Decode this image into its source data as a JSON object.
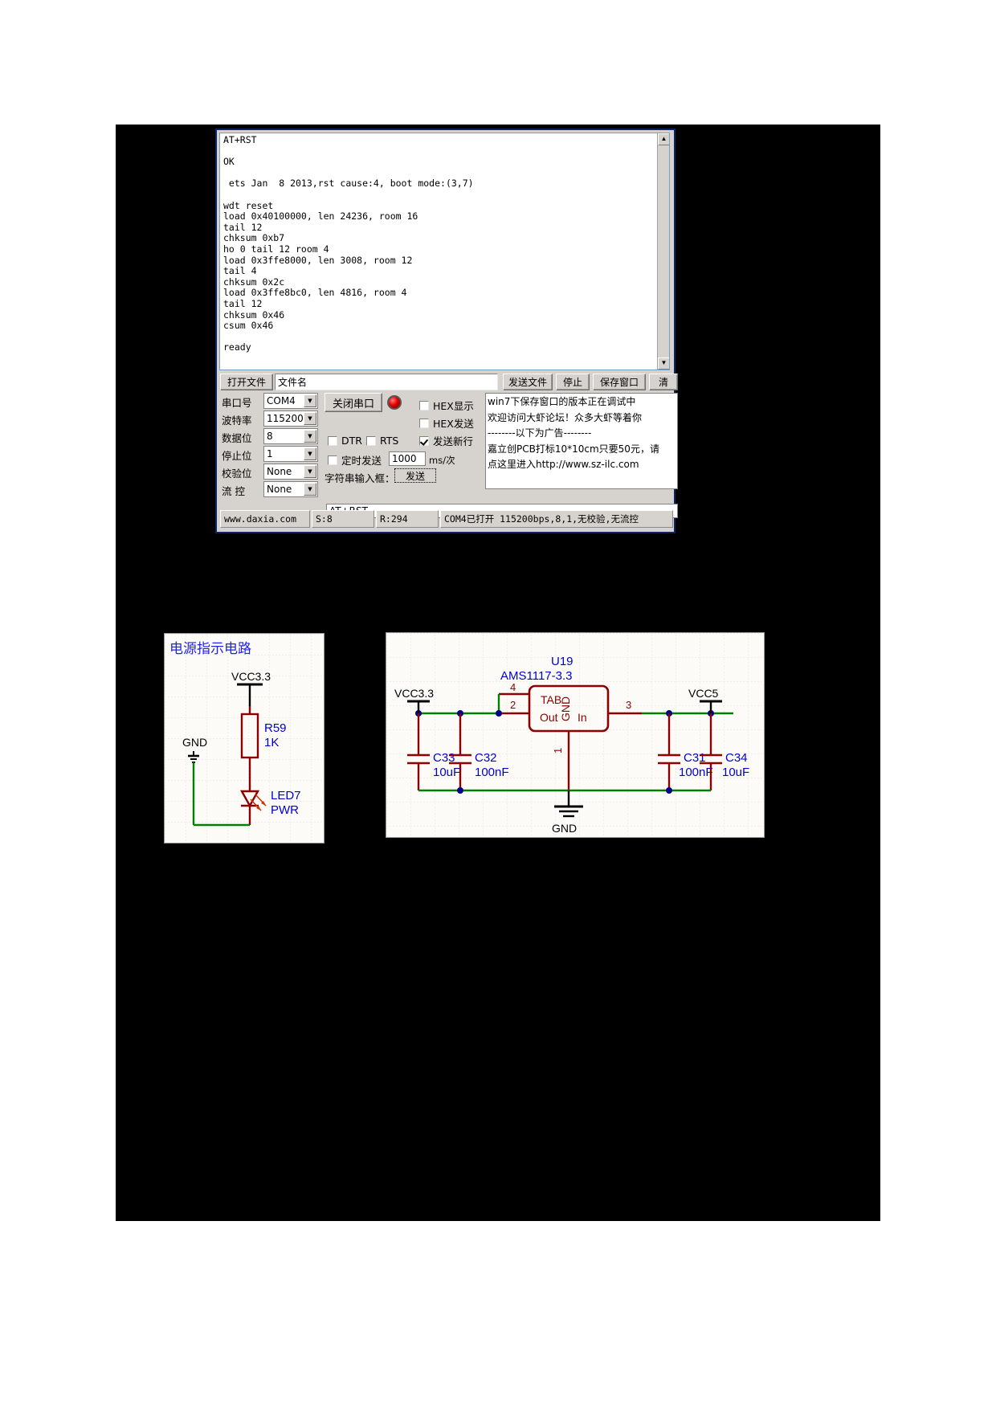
{
  "serial_window": {
    "terminal_log": "AT+RST\n\nOK\n\n ets Jan  8 2013,rst cause:4, boot mode:(3,7)\n\nwdt reset\nload 0x40100000, len 24236, room 16\ntail 12\nchksum 0xb7\nho 0 tail 12 room 4\nload 0x3ffe8000, len 3008, room 12\ntail 4\nchksum 0x2c\nload 0x3ffe8bc0, len 4816, room 4\ntail 12\nchksum 0x46\ncsum 0x46\n\nready",
    "scrollbar": {
      "up_arrow": "▲",
      "down_arrow": "▼"
    },
    "file_toolbar": {
      "open_file_button": "打开文件",
      "filename_value": "文件名",
      "send_file_button": "发送文件",
      "stop_button": "停止",
      "save_window_button": "保存窗口",
      "clear_button": "清"
    },
    "port_settings": [
      {
        "label": "串口号",
        "value": "COM4"
      },
      {
        "label": "波特率",
        "value": "115200"
      },
      {
        "label": "数据位",
        "value": "8"
      },
      {
        "label": "停止位",
        "value": "1"
      },
      {
        "label": "校验位",
        "value": "None"
      },
      {
        "label": "流 控",
        "value": "None"
      }
    ],
    "close_port_button": "关闭串口",
    "indicator_led": "red-led-icon",
    "checkboxes": [
      {
        "label": "HEX显示",
        "checked": false
      },
      {
        "label": "HEX发送",
        "checked": false
      },
      {
        "label": "发送新行",
        "checked": true
      },
      {
        "label": "DTR",
        "checked": false
      },
      {
        "label": "RTS",
        "checked": false
      },
      {
        "label": "定时发送",
        "checked": false
      }
    ],
    "timer_interval_value": "1000",
    "timer_interval_unit": "ms/次",
    "string_input_label": "字符串输入框：",
    "send_button": "发送",
    "command_input_value": "AT+RST",
    "ad_lines": [
      "win7下保存窗口的版本正在调试中",
      "欢迎访问大虾论坛！众多大虾等着你",
      "--------以下为广告--------",
      "嘉立创PCB打标10*10cm只要50元，请",
      "点这里进入http://www.sz-ilc.com"
    ],
    "status_bar": {
      "site": "www.daxia.com",
      "sent": "S:8",
      "received": "R:294",
      "port_status": "COM4已打开   115200bps,8,1,无校验,无流控"
    }
  },
  "schematic_left": {
    "title": "电源指示电路",
    "net_vcc": "VCC3.3",
    "net_gnd": "GND",
    "resistor_ref": "R59",
    "resistor_value": "1K",
    "led_ref": "LED7",
    "led_value": "PWR"
  },
  "schematic_right": {
    "ic_ref": "U19",
    "ic_part": "AMS1117-3.3",
    "pin_tab": "TAB",
    "pin_out": "Out",
    "pin_gnd": "GND",
    "pin_in": "In",
    "pin_num_4": "4",
    "pin_num_2": "2",
    "pin_num_3": "3",
    "pin_num_1": "1",
    "net_left": "VCC3.3",
    "net_right": "VCC5",
    "net_gnd": "GND",
    "caps": [
      {
        "ref": "C33",
        "value": "10uF"
      },
      {
        "ref": "C32",
        "value": "100nF"
      },
      {
        "ref": "C31",
        "value": "100nF"
      },
      {
        "ref": "C34",
        "value": "10uF"
      }
    ]
  },
  "colors": {
    "window_border": "#0a246a",
    "face": "#d6d3ce",
    "schematic_wire_red": "#8b0000",
    "schematic_wire_green": "#008000",
    "schematic_label_blue": "#0000cd"
  }
}
